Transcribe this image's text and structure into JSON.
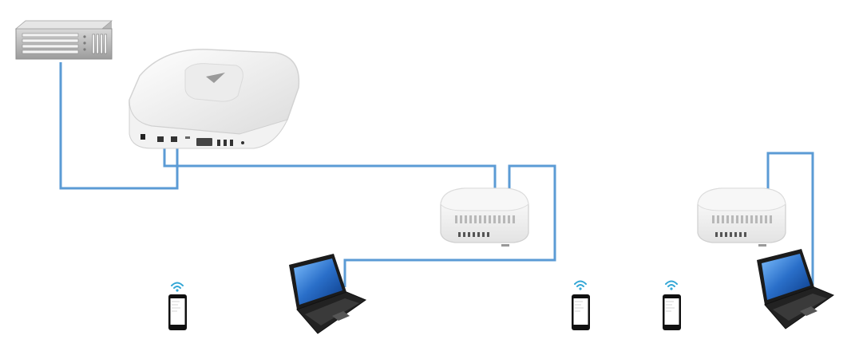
{
  "diagram": {
    "colors": {
      "cable": "#5b9bd5",
      "background": "#ffffff",
      "device_body": "#f1f1f1",
      "device_outline": "#c9c9c9",
      "laptop_screen": "#2a6fc9",
      "laptop_body": "#1b1b1b",
      "phone_body": "#111111",
      "phone_screen": "#ffffff",
      "wifi": "#34a7d6",
      "server_body": "#c4c4c4"
    },
    "nodes": [
      {
        "id": "server",
        "icon": "rack-server-icon"
      },
      {
        "id": "main-access-point",
        "icon": "ceiling-access-point-icon"
      },
      {
        "id": "mesh-node-1",
        "icon": "mesh-router-icon"
      },
      {
        "id": "mesh-node-2",
        "icon": "mesh-router-icon"
      },
      {
        "id": "laptop-1",
        "icon": "laptop-icon"
      },
      {
        "id": "laptop-2",
        "icon": "laptop-icon"
      },
      {
        "id": "phone-1",
        "icon": "smartphone-icon",
        "wireless": true
      },
      {
        "id": "phone-2",
        "icon": "smartphone-icon",
        "wireless": true
      },
      {
        "id": "phone-3",
        "icon": "smartphone-icon",
        "wireless": true
      }
    ],
    "links": [
      {
        "from": "server",
        "to": "main-access-point",
        "type": "wired"
      },
      {
        "from": "main-access-point",
        "to": "mesh-node-1",
        "type": "wired"
      },
      {
        "from": "mesh-node-1",
        "to": "laptop-1",
        "type": "wired"
      },
      {
        "from": "mesh-node-2",
        "to": "laptop-2",
        "type": "wired"
      }
    ]
  }
}
